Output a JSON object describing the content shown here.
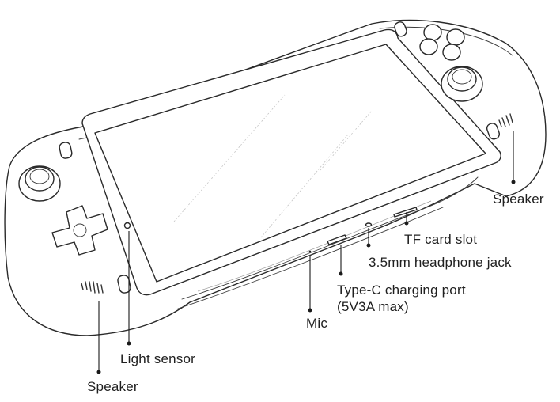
{
  "callouts": {
    "speaker_right": "Speaker",
    "tf_card_slot": "TF card slot",
    "headphone_jack": "3.5mm headphone jack",
    "type_c_line1": "Type-C charging port",
    "type_c_line2": "(5V3A max)",
    "mic": "Mic",
    "light_sensor": "Light sensor",
    "speaker_left": "Speaker"
  }
}
